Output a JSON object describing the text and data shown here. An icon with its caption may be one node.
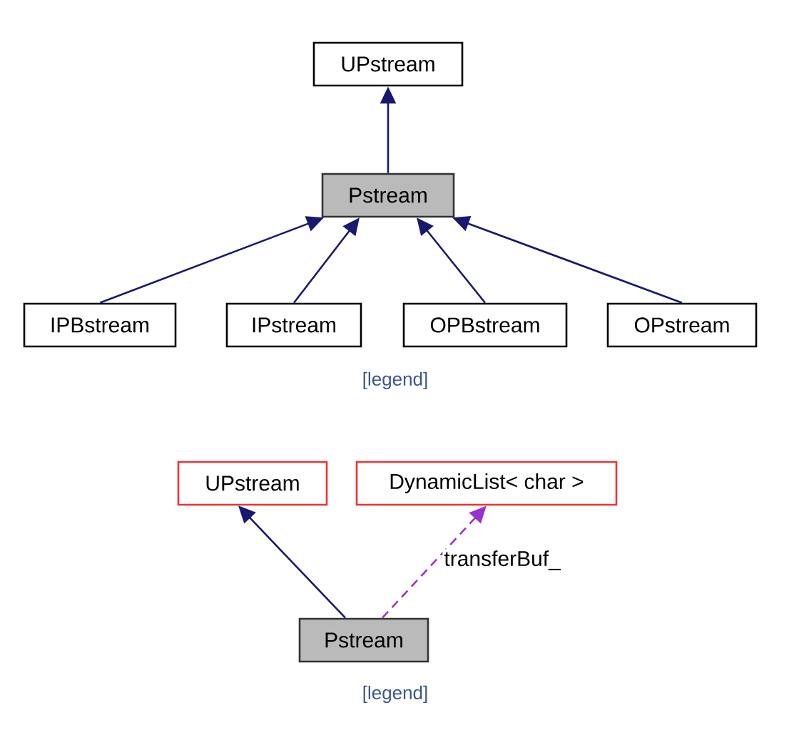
{
  "diagram": {
    "nodes": [
      {
        "text": [
          "UPstream"
        ]
      },
      {
        "text": [
          "Pstream"
        ]
      },
      {
        "text": [
          "IPBstream"
        ]
      },
      {
        "text": [
          "IPstream"
        ]
      },
      {
        "text": [
          "OPBstream"
        ]
      },
      {
        "text": [
          "OPstream"
        ]
      },
      {
        "text": [
          "UPstream"
        ]
      },
      {
        "text": [
          "DynamicList< char >"
        ]
      },
      {
        "text": [
          "Pstream"
        ]
      }
    ],
    "edges": [
      {
        "from": 1,
        "to": 0,
        "arrow": "to"
      },
      {
        "from": 2,
        "to": 1,
        "arrow": "to"
      },
      {
        "from": 3,
        "to": 1,
        "arrow": "to"
      },
      {
        "from": 4,
        "to": 1,
        "arrow": "to"
      },
      {
        "from": 5,
        "to": 1,
        "arrow": "to"
      },
      {
        "from": 8,
        "to": 6,
        "arrow": "to"
      },
      {
        "from": 8,
        "to": 7,
        "arrow": "to",
        "style": "dashed",
        "color": "#9a32cd",
        "label": "transferBuf_"
      }
    ],
    "labels": [
      "[legend]",
      "[legend]"
    ]
  }
}
